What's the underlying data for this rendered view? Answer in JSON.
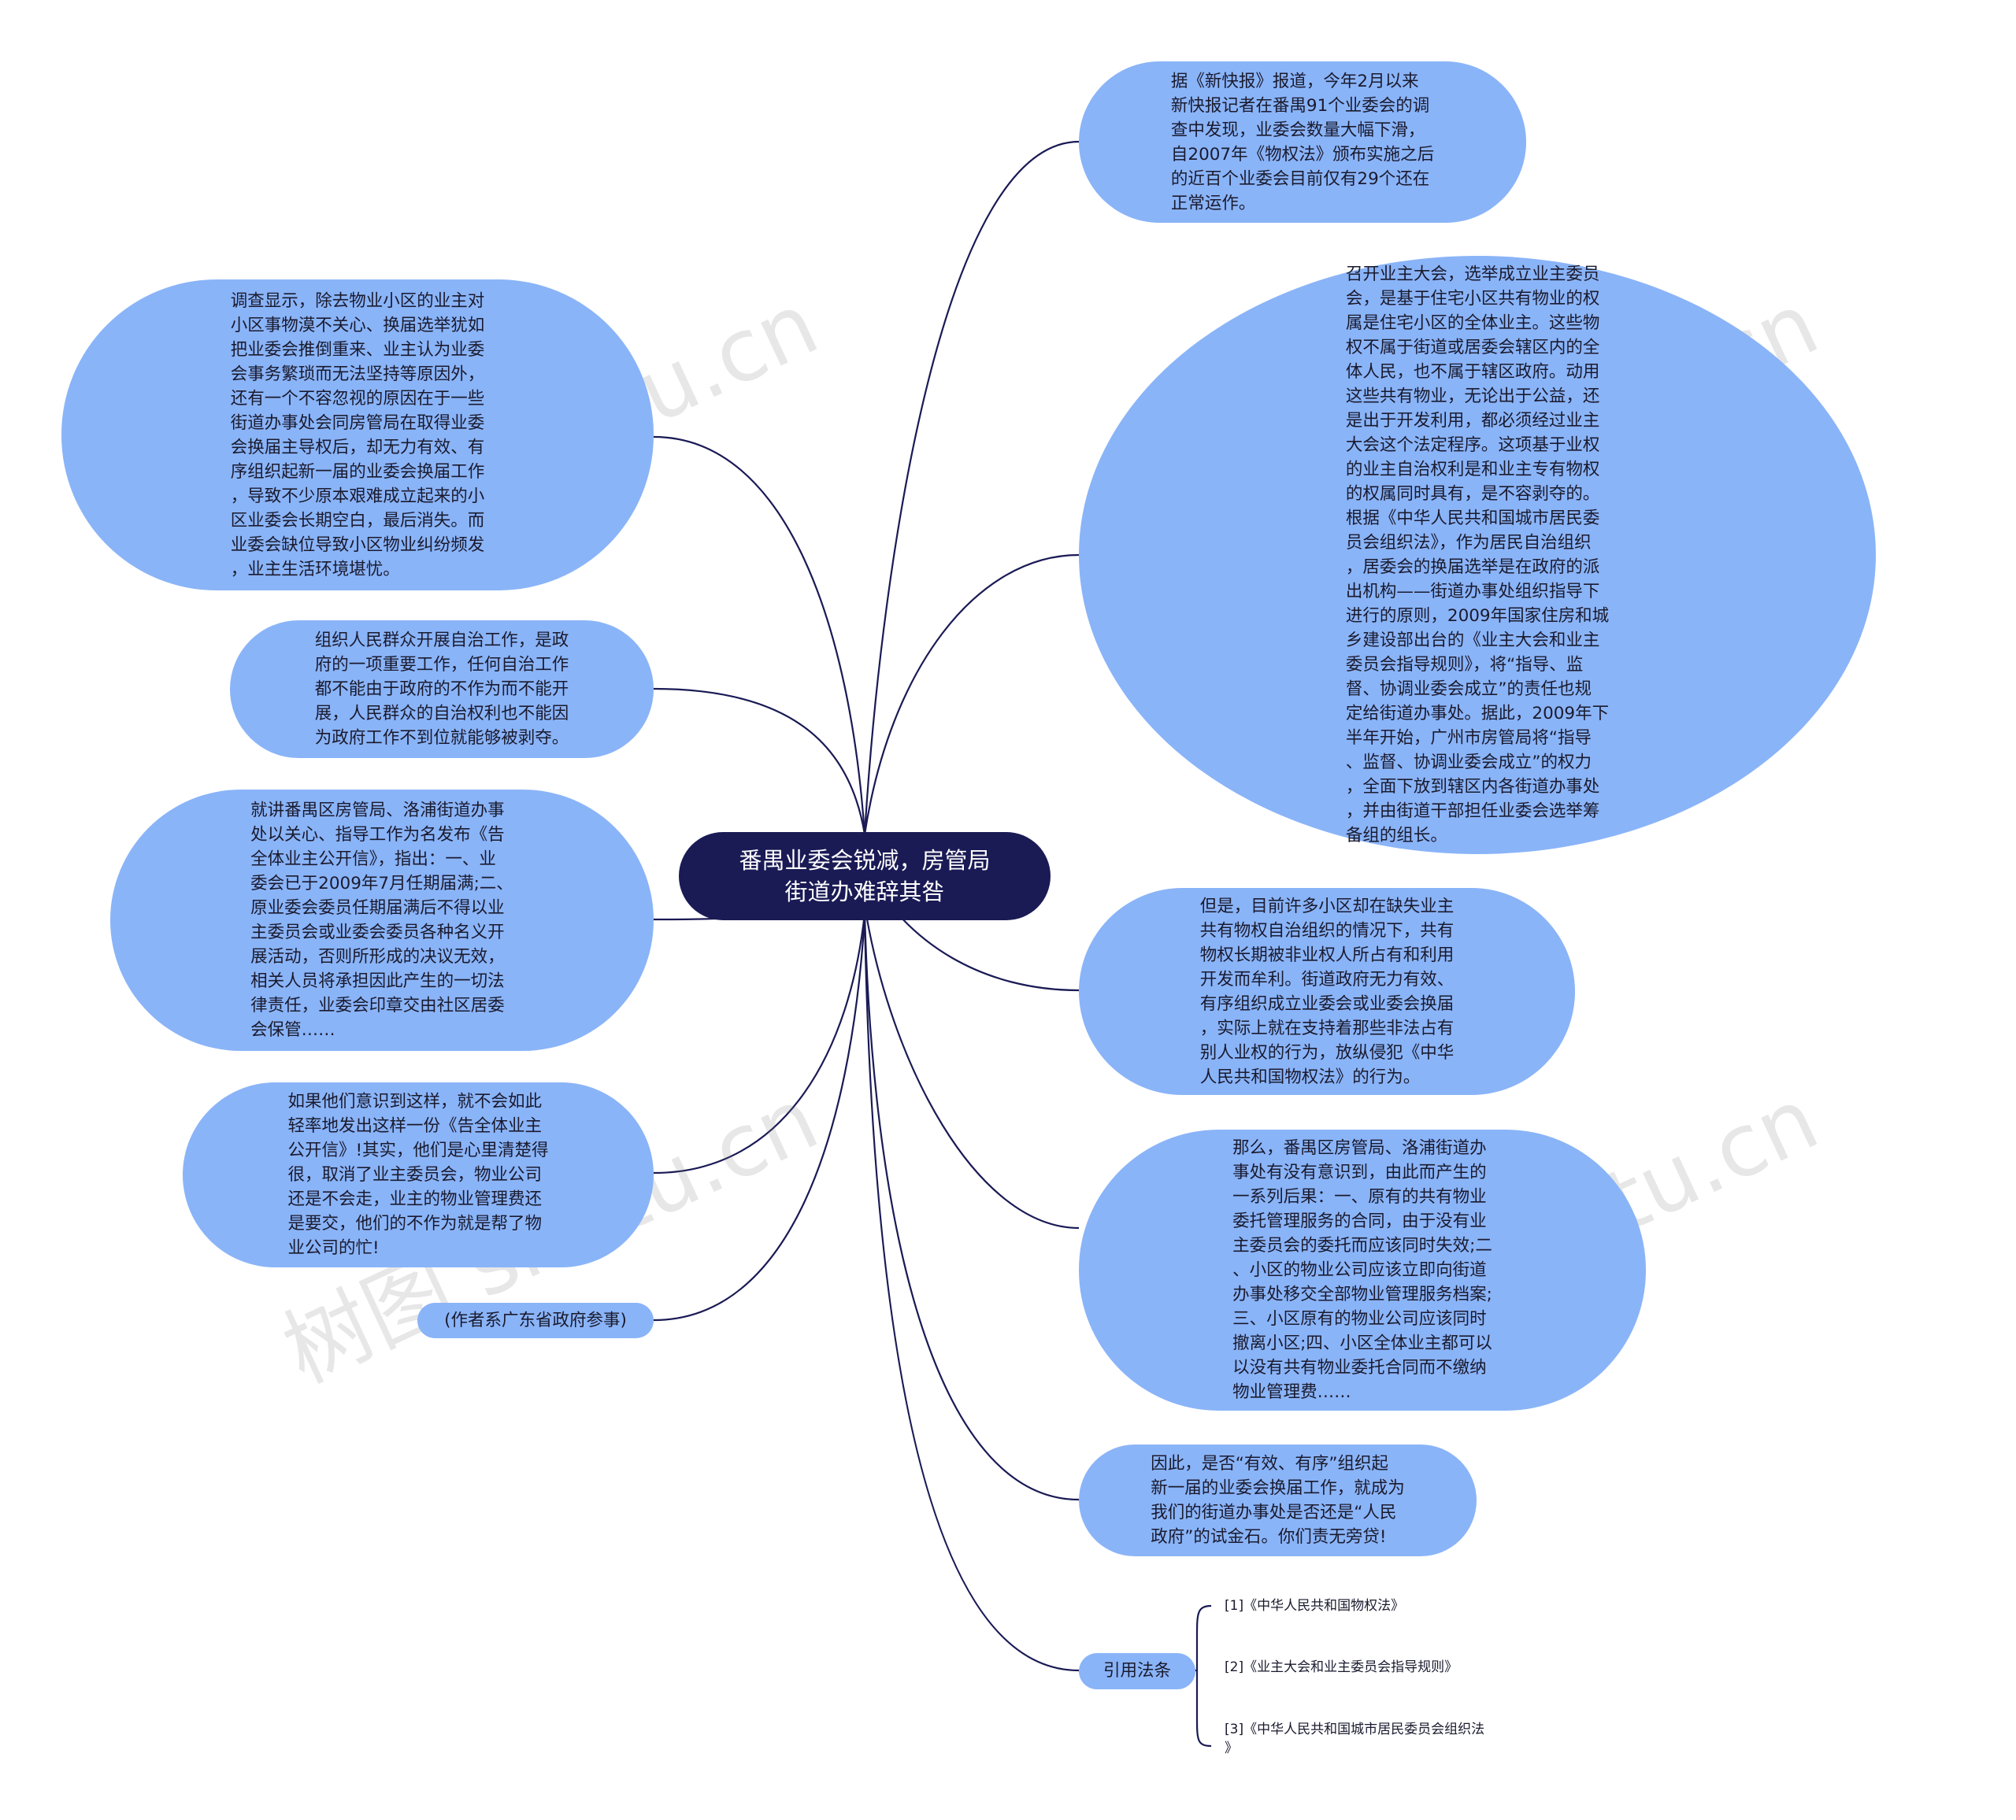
{
  "center": {
    "label": "番禺业委会锐减，房管局\n街道办难辞其咎"
  },
  "nodes": {
    "r1": "据《新快报》报道，今年2月以来\n新快报记者在番禺91个业委会的调\n查中发现，业委会数量大幅下滑，\n自2007年《物权法》颁布实施之后\n的近百个业委会目前仅有29个还在\n正常运作。",
    "r2": "召开业主大会，选举成立业主委员\n会，是基于住宅小区共有物业的权\n属是住宅小区的全体业主。这些物\n权不属于街道或居委会辖区内的全\n体人民，也不属于辖区政府。动用\n这些共有物业，无论出于公益，还\n是出于开发利用，都必须经过业主\n大会这个法定程序。这项基于业权\n的业主自治权利是和业主专有物权\n的权属同时具有，是不容剥夺的。\n根据《中华人民共和国城市居民委\n员会组织法》，作为居民自治组织\n，居委会的换届选举是在政府的派\n出机构——街道办事处组织指导下\n进行的原则，2009年国家住房和城\n乡建设部出台的《业主大会和业主\n委员会指导规则》，将“指导、监\n督、协调业委会成立”的责任也规\n定给街道办事处。据此，2009年下\n半年开始，广州市房管局将“指导\n、监督、协调业委会成立”的权力\n，全面下放到辖区内各街道办事处\n，并由街道干部担任业委会选举筹\n备组的组长。",
    "r3": "但是，目前许多小区却在缺失业主\n共有物权自治组织的情况下，共有\n物权长期被非业权人所占有和利用\n开发而牟利。街道政府无力有效、\n有序组织成立业委会或业委会换届\n，实际上就在支持着那些非法占有\n别人业权的行为，放纵侵犯《中华\n人民共和国物权法》的行为。",
    "r4": "那么，番禺区房管局、洛浦街道办\n事处有没有意识到，由此而产生的\n一系列后果：一、原有的共有物业\n委托管理服务的合同，由于没有业\n主委员会的委托而应该同时失效;二\n、小区的物业公司应该立即向街道\n办事处移交全部物业管理服务档案;\n三、小区原有的物业公司应该同时\n撤离小区;四、小区全体业主都可以\n以没有共有物业委托合同而不缴纳\n物业管理费……",
    "r5": "因此，是否“有效、有序”组织起\n新一届的业委会换届工作，就成为\n我们的街道办事处是否还是“人民\n政府”的试金石。你们责无旁贷!",
    "r6": "引用法条",
    "l1": "调查显示，除去物业小区的业主对\n小区事物漠不关心、换届选举犹如\n把业委会推倒重来、业主认为业委\n会事务繁琐而无法坚持等原因外，\n还有一个不容忽视的原因在于一些\n街道办事处会同房管局在取得业委\n会换届主导权后，却无力有效、有\n序组织起新一届的业委会换届工作\n，导致不少原本艰难成立起来的小\n区业委会长期空白，最后消失。而\n业委会缺位导致小区物业纠纷频发\n，业主生活环境堪忧。",
    "l2": "组织人民群众开展自治工作，是政\n府的一项重要工作，任何自治工作\n都不能由于政府的不作为而不能开\n展，人民群众的自治权利也不能因\n为政府工作不到位就能够被剥夺。",
    "l3": "就讲番禺区房管局、洛浦街道办事\n处以关心、指导工作为名发布《告\n全体业主公开信》，指出：一、业\n委会已于2009年7月任期届满;二、\n原业委会委员任期届满后不得以业\n主委员会或业委会委员各种名义开\n展活动，否则所形成的决议无效，\n相关人员将承担因此产生的一切法\n律责任，业委会印章交由社区居委\n会保管……",
    "l4": "如果他们意识到这样，就不会如此\n轻率地发出这样一份《告全体业主\n公开信》!其实，他们是心里清楚得\n很，取消了业主委员会，物业公司\n还是不会走，业主的物业管理费还\n是要交，他们的不作为就是帮了物\n业公司的忙!",
    "l5": "(作者系广东省政府参事)"
  },
  "references": [
    "[1]《中华人民共和国物权法》",
    "[2]《业主大会和业主委员会指导规则》",
    "[3]《中华人民共和国城市居民委员会组织法\n》"
  ],
  "watermarks": [
    "树图 shutu.cn",
    "树图 shutu.cn",
    "树图 shutu.cn",
    "树图 shutu.cn"
  ],
  "colors": {
    "node": "#8ab4f8",
    "center": "#1a1a55",
    "edge": "#1a1a55"
  }
}
